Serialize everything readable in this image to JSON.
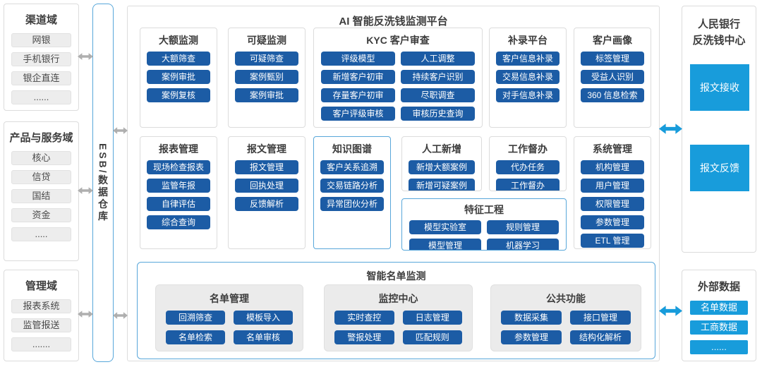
{
  "colors": {
    "primary": "#1C5CA5",
    "accent": "#189CDB",
    "arrow_gray": "#AFAFAF",
    "box_border": "#DCDCDC",
    "highlight_border": "#58A7DA",
    "item_bg": "#EDEDED",
    "text": "#3D3D3D"
  },
  "left_domains": [
    {
      "title": "渠道域",
      "items": [
        "网银",
        "手机银行",
        "银企直连",
        "......"
      ]
    },
    {
      "title": "产品与服务域",
      "items": [
        "核心",
        "信贷",
        "国结",
        "资金",
        "....."
      ]
    },
    {
      "title": "管理域",
      "items": [
        "报表系统",
        "监管报送",
        "......."
      ]
    }
  ],
  "esb": {
    "label": "ESB/数据仓库"
  },
  "platform": {
    "title": "AI 智能反洗钱监测平台",
    "groups": [
      {
        "title": "大额监测",
        "items": [
          "大额筛查",
          "案例审批",
          "案例复核"
        ]
      },
      {
        "title": "可疑监测",
        "items": [
          "可疑筛查",
          "案例甄别",
          "案例审批"
        ]
      },
      {
        "title": "KYC 客户审查",
        "items": [
          "评级模型",
          "人工调整",
          "新增客户初审",
          "持续客户识别",
          "存量客户初审",
          "尽职调查",
          "客户评级审核",
          "审核历史查询"
        ]
      },
      {
        "title": "补录平台",
        "items": [
          "客户信息补录",
          "交易信息补录",
          "对手信息补录"
        ]
      },
      {
        "title": "客户画像",
        "items": [
          "标签管理",
          "受益人识别",
          "360 信息检索"
        ]
      },
      {
        "title": "报表管理",
        "items": [
          "现场检查报表",
          "监管年报",
          "自律评估",
          "综合查询"
        ]
      },
      {
        "title": "报文管理",
        "items": [
          "报文管理",
          "回执处理",
          "反馈解析"
        ]
      },
      {
        "title": "知识图谱",
        "items": [
          "客户关系追溯",
          "交易链路分析",
          "异常团伙分析"
        ]
      },
      {
        "title": "人工新增",
        "items": [
          "新增大额案例",
          "新增可疑案例"
        ]
      },
      {
        "title": "工作督办",
        "items": [
          "代办任务",
          "工作督办"
        ]
      },
      {
        "title": "系统管理",
        "items": [
          "机构管理",
          "用户管理",
          "权限管理",
          "参数管理",
          "ETL 管理"
        ]
      },
      {
        "title": "特征工程",
        "items": [
          "模型实验室",
          "规则管理",
          "模型管理",
          "机器学习"
        ]
      }
    ],
    "list_monitoring": {
      "title": "智能名单监测",
      "subgroups": [
        {
          "title": "名单管理",
          "items": [
            "回溯筛查",
            "模板导入",
            "名单检索",
            "名单审核"
          ]
        },
        {
          "title": "监控中心",
          "items": [
            "实时查控",
            "日志管理",
            "警报处理",
            "匹配规则"
          ]
        },
        {
          "title": "公共功能",
          "items": [
            "数据采集",
            "接口管理",
            "参数管理",
            "结构化解析"
          ]
        }
      ]
    }
  },
  "right_panels": [
    {
      "title_line1": "人民银行",
      "title_line2": "反洗钱中心",
      "items": [
        "报文接收",
        "报文反馈"
      ]
    },
    {
      "title": "外部数据",
      "items": [
        "名单数据",
        "工商数据",
        "......"
      ]
    }
  ]
}
